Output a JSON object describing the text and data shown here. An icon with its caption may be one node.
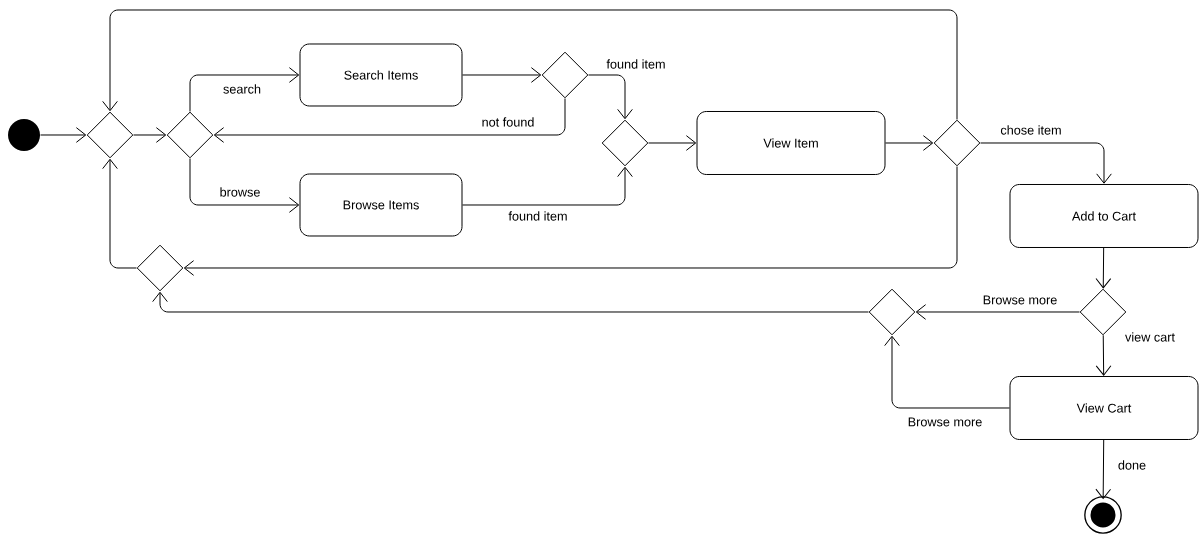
{
  "diagram": {
    "nodes": [
      {
        "text": [],
        "shape": "circle"
      },
      {
        "text": [],
        "shape": "diamond"
      },
      {
        "text": [],
        "shape": "diamond"
      },
      {
        "text": [
          "Search Items"
        ]
      },
      {
        "text": [],
        "shape": "diamond"
      },
      {
        "text": [
          "Browse Items"
        ]
      },
      {
        "text": [],
        "shape": "diamond"
      },
      {
        "text": [
          "View Item"
        ]
      },
      {
        "text": [],
        "shape": "diamond"
      },
      {
        "text": [
          "Add to Cart"
        ]
      },
      {
        "text": [],
        "shape": "diamond"
      },
      {
        "text": [],
        "shape": "diamond"
      },
      {
        "text": [
          "View Cart"
        ]
      },
      {
        "text": [],
        "shape": "bullseye"
      },
      {
        "text": [],
        "shape": "diamond"
      }
    ],
    "edges": [
      {
        "from": 0,
        "to": 1,
        "arrow": "to"
      },
      {
        "from": 1,
        "to": 2,
        "arrow": "to"
      },
      {
        "from": 2,
        "to": 3,
        "arrow": "to",
        "label": "search"
      },
      {
        "from": 2,
        "to": 5,
        "arrow": "to",
        "label": "browse"
      },
      {
        "from": 3,
        "to": 4,
        "arrow": "to"
      },
      {
        "from": 4,
        "to": 6,
        "arrow": "to",
        "label": "found item"
      },
      {
        "from": 4,
        "to": 2,
        "arrow": "to",
        "label": "not found"
      },
      {
        "from": 5,
        "to": 6,
        "arrow": "to",
        "label": "found item"
      },
      {
        "from": 6,
        "to": 7,
        "arrow": "to"
      },
      {
        "from": 7,
        "to": 8,
        "arrow": "to"
      },
      {
        "from": 8,
        "to": 1,
        "arrow": "to"
      },
      {
        "from": 8,
        "to": 14,
        "arrow": "to"
      },
      {
        "from": 8,
        "to": 9,
        "arrow": "to",
        "label": "chose item"
      },
      {
        "from": 9,
        "to": 10,
        "arrow": "to"
      },
      {
        "from": 10,
        "to": 11,
        "arrow": "to",
        "label": "Browse more"
      },
      {
        "from": 10,
        "to": 12,
        "arrow": "to",
        "label": "view cart"
      },
      {
        "from": 12,
        "to": 11,
        "arrow": "to",
        "label": "Browse more"
      },
      {
        "from": 11,
        "to": 14,
        "arrow": "to"
      },
      {
        "from": 14,
        "to": 1,
        "arrow": "to"
      },
      {
        "from": 12,
        "to": 13,
        "arrow": "to",
        "label": "done"
      }
    ]
  }
}
